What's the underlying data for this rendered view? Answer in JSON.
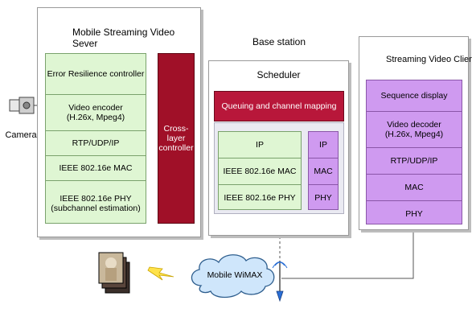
{
  "server": {
    "title": "Mobile Streaming Video Sever",
    "layers": [
      "Error Resilience controller",
      "Video encoder\n(H.26x, Mpeg4)",
      "RTP/UDP/IP",
      "IEEE 802.16e MAC",
      "IEEE 802.16e  PHY\n(subchannel estimation)"
    ],
    "cross_layer": "Cross-\nlayer\ncontroller",
    "camera_label": "Camera"
  },
  "base_station": {
    "title": "Base station",
    "scheduler": "Scheduler",
    "queuing": "Queuing and channel mapping",
    "left_stack": [
      "IP",
      "IEEE 802.16e MAC",
      "IEEE 802.16e  PHY"
    ],
    "right_stack": [
      "IP",
      "MAC",
      "PHY"
    ]
  },
  "client": {
    "title": "Streaming Video Client",
    "layers": [
      "Sequence display",
      "Video decoder\n(H.26x, Mpeg4)",
      "RTP/UDP/IP",
      "MAC",
      "PHY"
    ]
  },
  "network": {
    "cloud_label": "Mobile WiMAX"
  },
  "colors": {
    "green": "#dff6d3",
    "purple": "#cf9af0",
    "crimson": "#a01028",
    "queue": "#b8173a",
    "cloud": "#cfe6fb"
  },
  "icons": [
    "laptop-icon",
    "camera-icon",
    "pda-icon",
    "antenna-icon",
    "lightning-icon",
    "video-frames-icon"
  ]
}
